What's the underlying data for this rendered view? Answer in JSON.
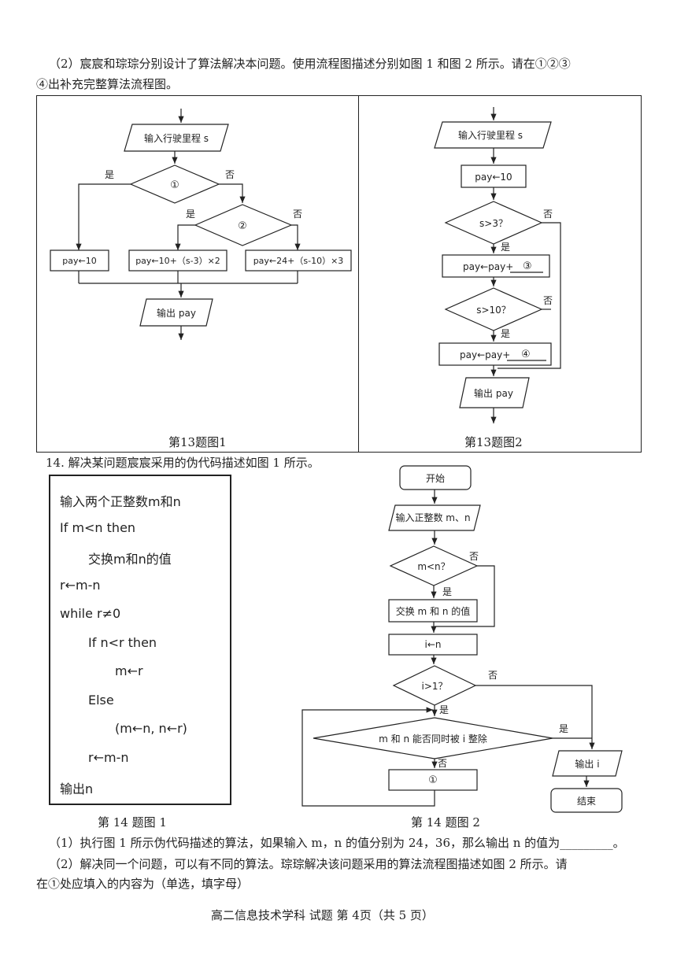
{
  "q13": {
    "intro_line1": "（2）宸宸和琮琮分别设计了算法解决本问题。使用流程图描述分别如图 1 和图 2 所示。请在①②③",
    "intro_line2": "④出补充完整算法流程图。",
    "fig1": {
      "input": "输入行驶里程 s",
      "cond1": "①",
      "cond2": "②",
      "yes": "是",
      "no": "否",
      "box_a": "pay←10",
      "box_b": "pay←10+（s-3）×2",
      "box_c": "pay←24+（s-10）×3",
      "output": "输出 pay",
      "caption": "第13题图1"
    },
    "fig2": {
      "input": "输入行驶里程 s",
      "init": "pay←10",
      "cond1": "s>3？",
      "cond2": "s>10？",
      "yes": "是",
      "no": "否",
      "box_a": "pay←pay+",
      "blank3": "③",
      "box_b": "pay←pay+",
      "blank4": "④",
      "output": "输出 pay",
      "caption": "第13题图2"
    }
  },
  "q14": {
    "title": "14. 解决某问题宸宸采用的伪代码描述如图 1 所示。",
    "pseudo": [
      "输入两个正整数m和n",
      "If m<n then",
      "交换m和n的值",
      "r←m-n",
      "while r≠0",
      "If n<r then",
      "m←r",
      "Else",
      "(m←n, n←r)",
      "r←m-n",
      "输出n"
    ],
    "fig1_caption": "第 14 题图 1",
    "fig2": {
      "start": "开始",
      "input": "输入正整数 m、n",
      "cond1": "m<n？",
      "yes": "是",
      "no": "否",
      "swap": "交换 m 和 n 的值",
      "assign": "i←n",
      "cond2": "i>1？",
      "cond3": "m 和 n 能否同时被 i 整除",
      "blank1": "①",
      "output": "输出 i",
      "end": "结束",
      "caption": "第 14 题图 2"
    },
    "sub1": "（1）执行图 1 所示伪代码描述的算法，如果输入 m，n 的值分别为 24，36，那么输出 n 的值为_________。",
    "sub2_line1": "（2）解决同一个问题，可以有不同的算法。琮琮解决该问题采用的算法流程图描述如图 2 所示。请",
    "sub2_line2": "在①处应填入的内容为（单选，填字母）"
  },
  "footer": "高二信息技术学科  试题  第 4页（共 5 页）"
}
